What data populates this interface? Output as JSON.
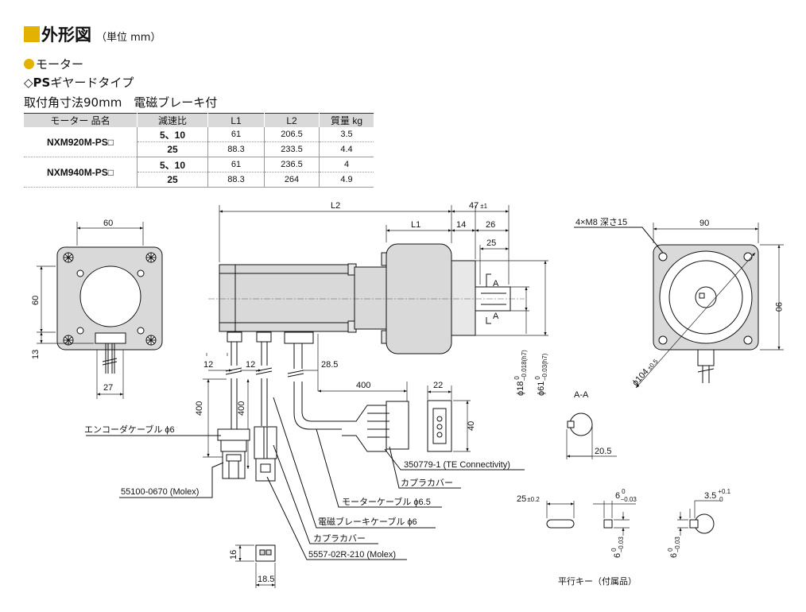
{
  "header": {
    "title": "外形図",
    "unit": "（単位 mm）"
  },
  "section": {
    "category": "モーター",
    "type_prefix": "◇",
    "type_bold": "PS",
    "type_text": "ギヤードタイプ",
    "mount": "取付角寸法90mm　電磁ブレーキ付"
  },
  "colors": {
    "accent": "#e3b100",
    "header_bg": "#d9d9d9"
  },
  "table": {
    "headers": [
      "モーター 品名",
      "減速比",
      "L1",
      "L2",
      "質量 kg"
    ],
    "models": [
      {
        "name": "NXM920M-PS□",
        "rows": [
          {
            "ratio": "5、10",
            "l1": "61",
            "l2": "206.5",
            "mass": "3.5"
          },
          {
            "ratio": "25",
            "l1": "88.3",
            "l2": "233.5",
            "mass": "4.4"
          }
        ]
      },
      {
        "name": "NXM940M-PS□",
        "rows": [
          {
            "ratio": "5、10",
            "l1": "61",
            "l2": "236.5",
            "mass": "4"
          },
          {
            "ratio": "25",
            "l1": "88.3",
            "l2": "264",
            "mass": "4.9"
          }
        ]
      }
    ]
  },
  "dims": {
    "d60w": "60",
    "d60h": "60",
    "d13": "13",
    "d27": "27",
    "L2": "L2",
    "L1": "L1",
    "d14": "14",
    "d47": "47",
    "d47tol": "±1",
    "d26": "26",
    "d25": "25",
    "secA1": "A",
    "secA2": "A",
    "d12a": "12",
    "d12b": "12",
    "d28_5": "28.5",
    "d400a": "400",
    "d400b": "400",
    "d400c": "400",
    "d22": "22",
    "d40": "40",
    "phi18": "ϕ18",
    "phi18tol_up": "0",
    "phi18tol_dn": "−0.018(h7)",
    "phi61": "ϕ61",
    "phi61tol_up": "0",
    "phi61tol_dn": "−0.03(h7)",
    "m8": "4×M8 深さ15",
    "d90w": "90",
    "d90h": "90",
    "phi104": "ϕ104",
    "phi104tol": "±0.5",
    "secAA": "A-A",
    "d20_5": "20.5",
    "d25key": "25",
    "d25keytol": "±0.2",
    "d6a": "6",
    "d6a_up": "0",
    "d6a_dn": "−0.03",
    "d6b": "6",
    "d6b_up": "0",
    "d6b_dn": "−0.03",
    "d6c": "6",
    "d6c_up": "0",
    "d6c_dn": "−0.03",
    "d3_5": "3.5",
    "d3_5_up": "+0.1",
    "d3_5_dn": "0",
    "d16": "16",
    "d18_5": "18.5"
  },
  "labels": {
    "encoder_cable": "エンコーダケーブル ϕ6",
    "molex_6": "55100-0670 (Molex)",
    "te": "350779-1 (TE Connectivity)",
    "coupler1": "カプラカバー",
    "motor_cable": "モーターケーブル ϕ6.5",
    "brake_cable": "電磁ブレーキケーブル ϕ6",
    "coupler2": "カプラカバー",
    "molex_2": "5557-02R-210 (Molex)",
    "key": "平行キー（付属品）"
  }
}
